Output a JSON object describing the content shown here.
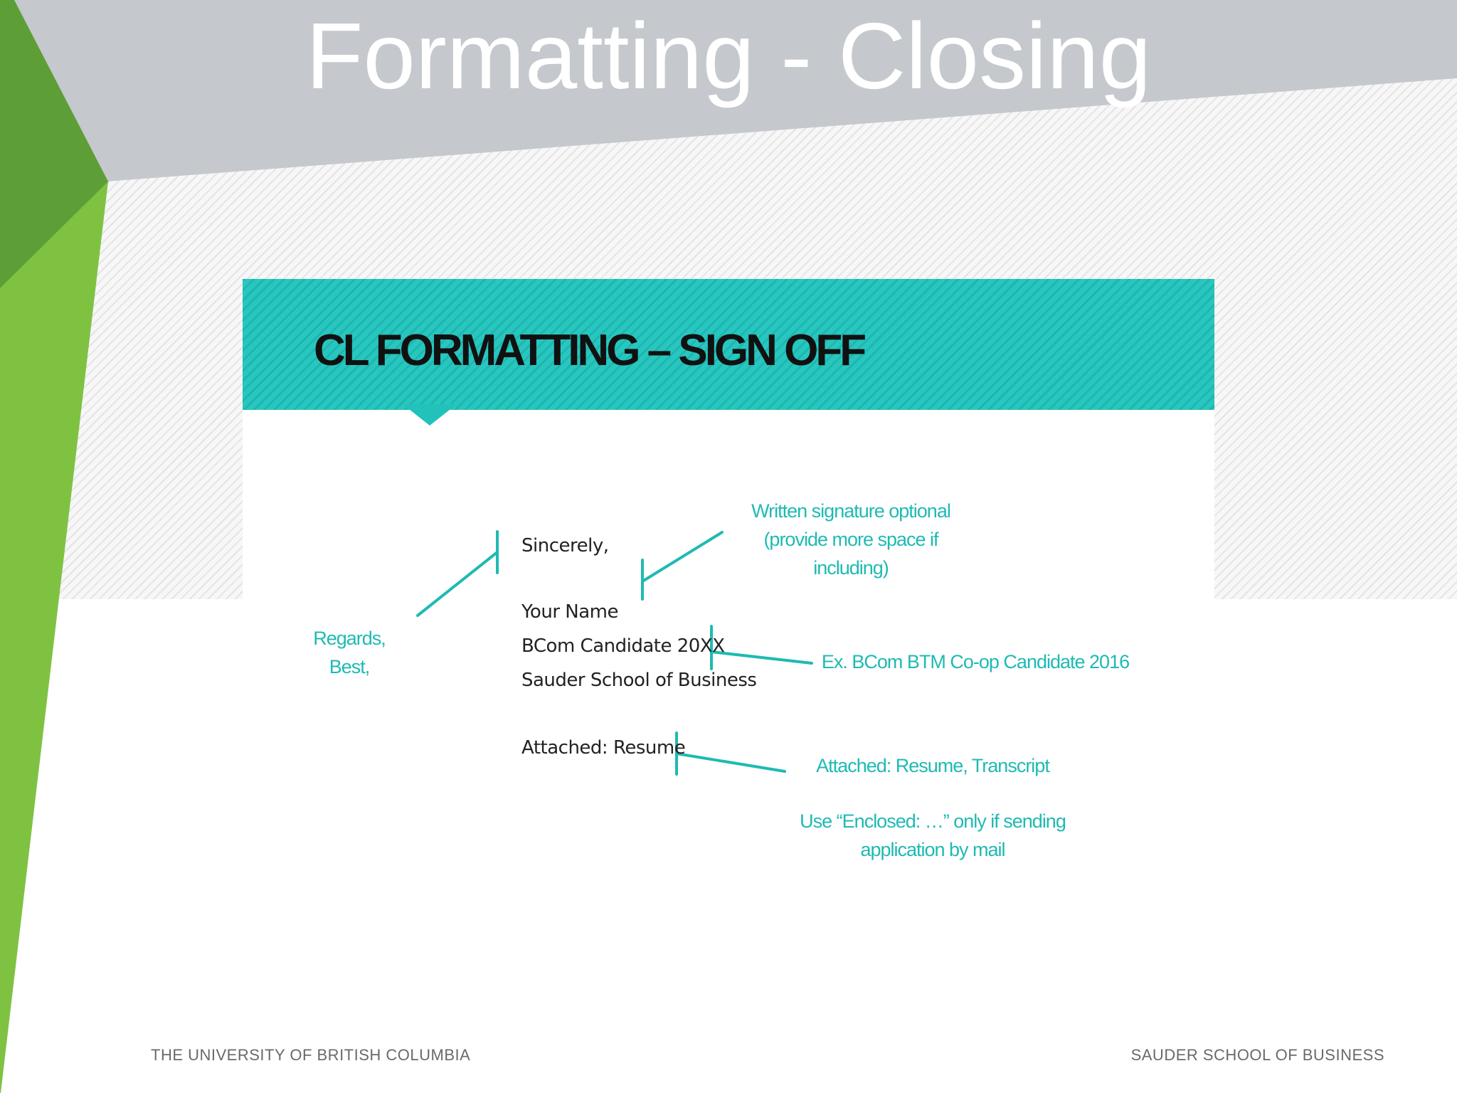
{
  "slide": {
    "title": "Formatting - Closing"
  },
  "card": {
    "title": "CL FORMATTING – SIGN OFF",
    "letter": {
      "closing": "Sincerely,",
      "name": "Your Name",
      "credential": "BCom Candidate 20XX",
      "school": "Sauder School of Business",
      "attachment": "Attached: Resume"
    },
    "annotations": {
      "alt_closings": [
        "Regards,",
        "Best,"
      ],
      "signature_note": [
        "Written signature optional",
        "(provide more space if",
        "including)"
      ],
      "credential_example": "Ex. BCom BTM Co-op Candidate 2016",
      "attachment_example": "Attached: Resume, Transcript",
      "enclosed_note": [
        "Use “Enclosed: …” only if sending",
        "application by mail"
      ]
    }
  },
  "footer": {
    "left": "THE UNIVERSITY OF BRITISH COLUMBIA",
    "right": "SAUDER SCHOOL OF BUSINESS"
  },
  "colors": {
    "teal": "#22c2bb",
    "green_dark": "#5e9e36",
    "green_light": "#7fc242",
    "banner_grey": "#c5c8cd"
  }
}
